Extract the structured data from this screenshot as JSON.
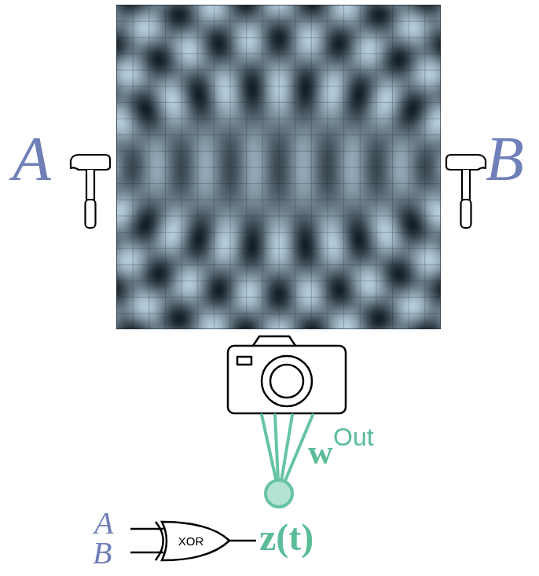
{
  "diagram": {
    "nodes": [
      {
        "text": [
          "XOR"
        ]
      }
    ],
    "labels": [
      "A",
      "B",
      "w",
      "Out",
      "A",
      "B",
      "z(t)"
    ]
  }
}
